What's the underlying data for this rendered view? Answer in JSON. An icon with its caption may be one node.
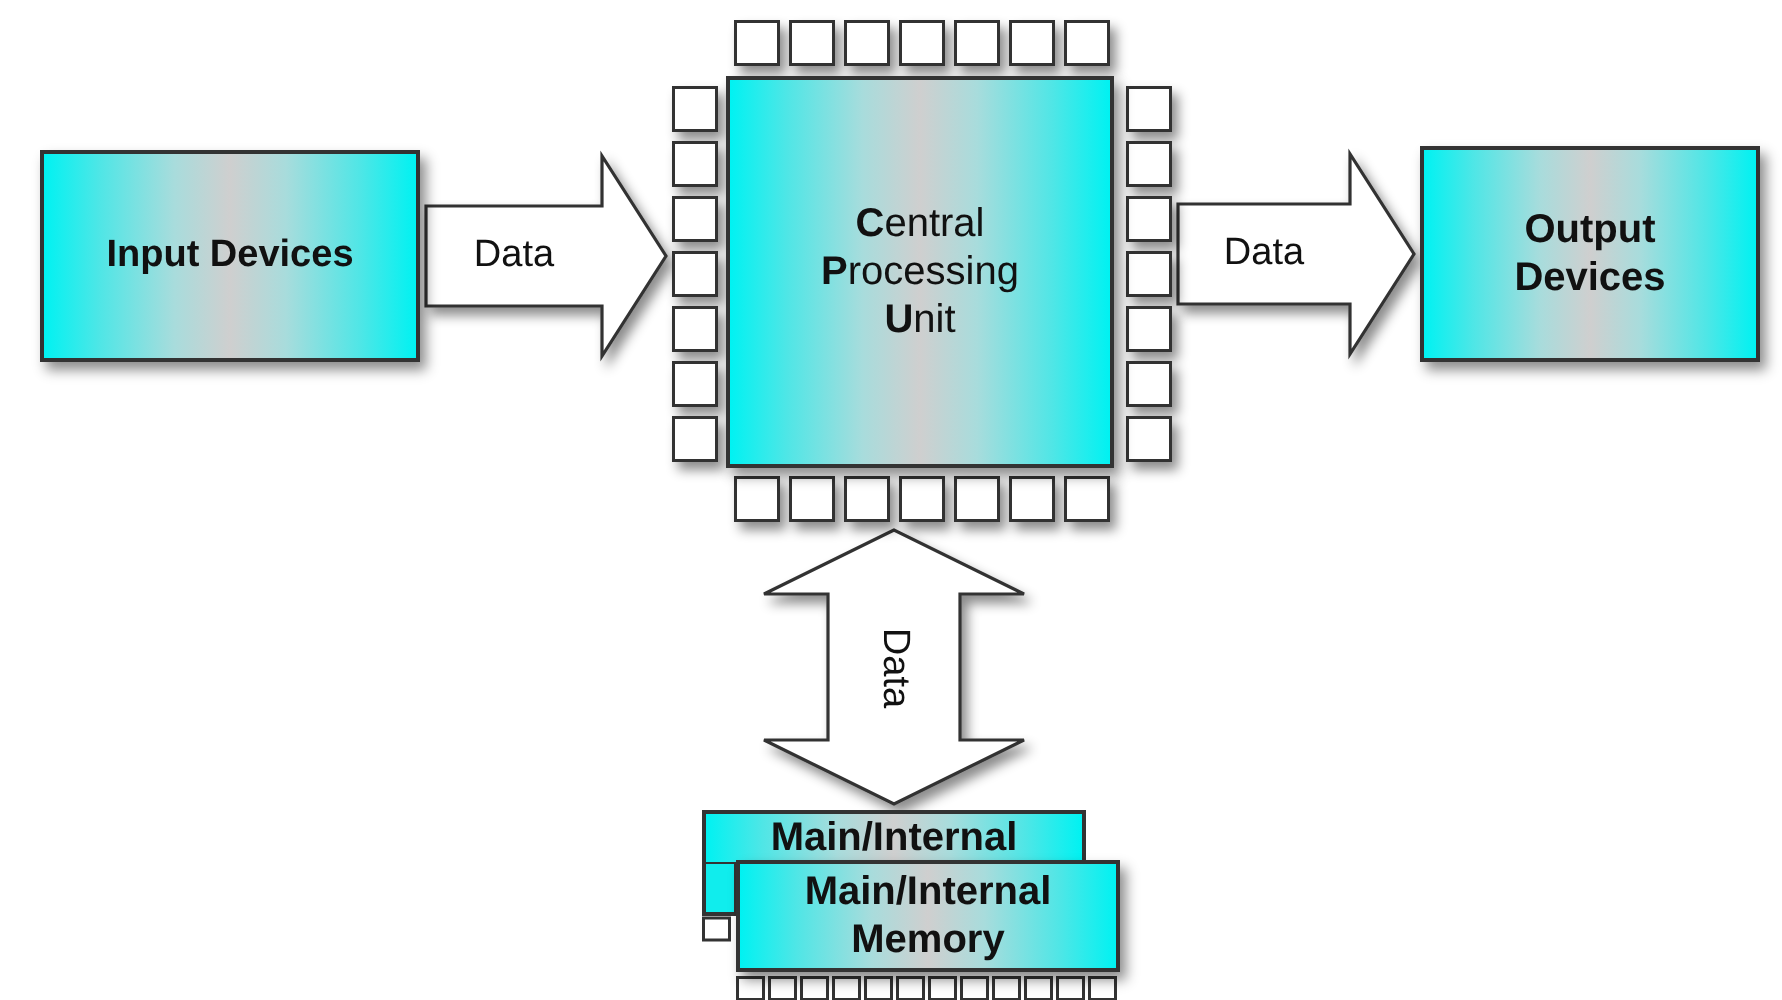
{
  "diagram": {
    "nodes": [
      {
        "text": [
          "Input Devices"
        ]
      },
      {
        "text": [
          "**C**entral **P**rocessing **U**nit"
        ]
      },
      {
        "text": [
          "Output Devices"
        ]
      },
      {
        "text": [
          "Main/Internal"
        ]
      },
      {
        "text": [
          "Main/Internal Memory"
        ]
      }
    ],
    "edges": [
      {
        "from": 0,
        "to": 1,
        "arrow": "to",
        "label": "Data"
      },
      {
        "from": 1,
        "to": 2,
        "arrow": "to",
        "label": "Data"
      },
      {
        "from": 1,
        "to": 3,
        "arrow": "both",
        "label": "Data"
      }
    ]
  }
}
